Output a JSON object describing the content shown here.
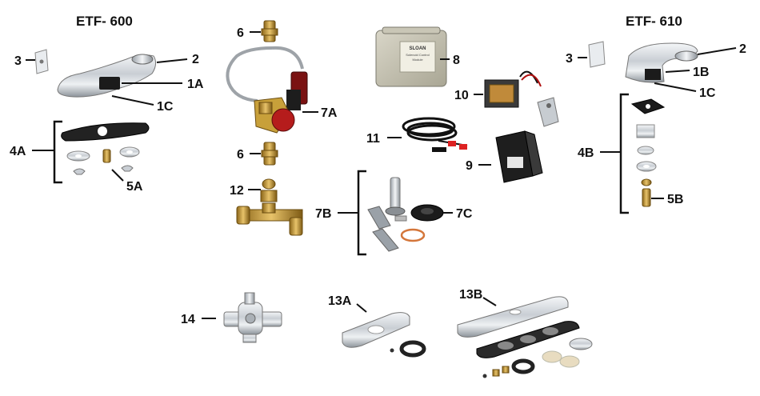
{
  "titles": {
    "left": "ETF- 600",
    "right": "ETF- 610"
  },
  "callouts": {
    "c2L": "2",
    "c3L": "3",
    "c1A": "1A",
    "c1CL": "1C",
    "c4A": "4A",
    "c5A": "5A",
    "c6top": "6",
    "c7A": "7A",
    "c6bot": "6",
    "c12": "12",
    "c8": "8",
    "c10": "10",
    "c11": "11",
    "c9": "9",
    "c7B": "7B",
    "c7C": "7C",
    "c3R": "3",
    "c2R": "2",
    "c1B": "1B",
    "c1CR": "1C",
    "c4B": "4B",
    "c5B": "5B",
    "c14": "14",
    "c13A": "13A",
    "c13B": "13B"
  },
  "module_label": {
    "brand": "SLOAN",
    "line1": "Solenoid Control",
    "line2": "Module"
  }
}
